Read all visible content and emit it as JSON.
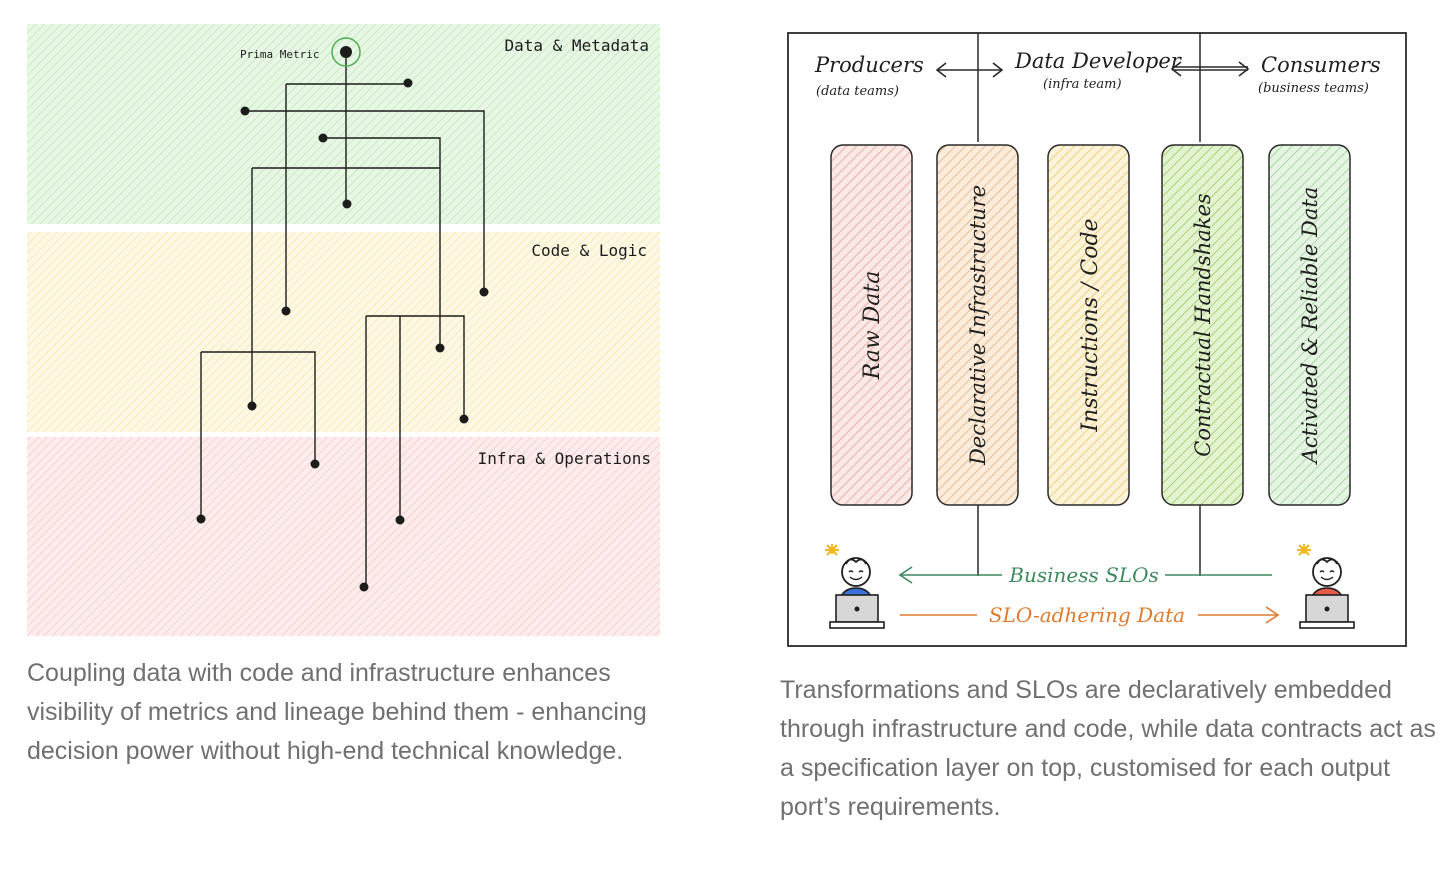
{
  "left_figure": {
    "root_label": "Prima Metric",
    "bands": [
      {
        "label": "Data & Metadata",
        "color": "#d9f2d5"
      },
      {
        "label": "Code & Logic",
        "color": "#fbf3cf"
      },
      {
        "label": "Infra & Operations",
        "color": "#f9dcdc"
      }
    ],
    "line_color": "#1c1c1c",
    "root_color": "#4caf50",
    "caption": "Coupling data with code and infrastructure enhances visibility of metrics and lineage behind them - enhancing decision power without high-end technical knowledge."
  },
  "right_figure": {
    "roles": [
      {
        "title": "Producers",
        "subtitle": "(data teams)"
      },
      {
        "title": "Data Developer",
        "subtitle": "(infra team)"
      },
      {
        "title": "Consumers",
        "subtitle": "(business teams)"
      }
    ],
    "pillars": [
      {
        "label": "Raw Data",
        "stroke": "#c96565",
        "fill": "#f6d6d2"
      },
      {
        "label": "Declarative Infrastructure",
        "stroke": "#d08a4a",
        "fill": "#f7dcc1"
      },
      {
        "label": "Instructions / Code",
        "stroke": "#d2a23c",
        "fill": "#f8e8bd"
      },
      {
        "label": "Contractual Handshakes",
        "stroke": "#6ea542",
        "fill": "#cfe9ae"
      },
      {
        "label": "Activated & Reliable Data",
        "stroke": "#6cab68",
        "fill": "#d4eccf"
      }
    ],
    "flows": [
      {
        "label": "Business SLOs",
        "color": "#3d8a5e"
      },
      {
        "label": "SLO-adhering Data",
        "color": "#de7b2e"
      }
    ],
    "person_colors": {
      "left_shirt": "#3a6fd8",
      "right_shirt": "#e35a47",
      "sun": "#f2b81f"
    },
    "caption": "Transformations and SLOs are declaratively embedded through infrastructure and code, while data contracts act as a specification layer on top, customised for each output port’s requirements."
  }
}
